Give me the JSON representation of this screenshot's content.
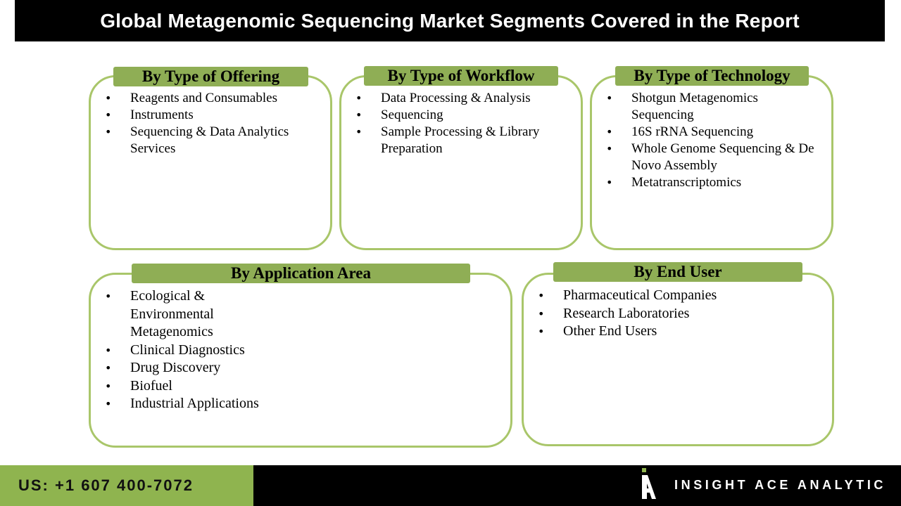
{
  "title": "Global Metagenomic Sequencing Market Segments Covered in the Report",
  "bullet_char": "•",
  "segments": {
    "offering": {
      "header": "By Type of Offering",
      "items": [
        "Reagents and Consumables",
        "Instruments",
        "Sequencing & Data Analytics Services"
      ]
    },
    "workflow": {
      "header": "By Type of Workflow",
      "items": [
        "Data Processing & Analysis",
        "Sequencing",
        "Sample Processing & Library Preparation"
      ]
    },
    "technology": {
      "header": "By Type of Technology",
      "items": [
        "Shotgun Metagenomics Sequencing",
        "16S rRNA Sequencing",
        "Whole Genome Sequencing & De Novo Assembly",
        "Metatranscriptomics"
      ]
    },
    "application": {
      "header": "By Application Area",
      "items": [
        "Ecological & Environmental Metagenomics",
        "Clinical Diagnostics",
        "Drug Discovery",
        "Biofuel",
        "Industrial Applications"
      ]
    },
    "end_user": {
      "header": "By End User",
      "items": [
        "Pharmaceutical Companies",
        "Research Laboratories",
        "Other End Users"
      ]
    }
  },
  "footer": {
    "phone": "US: +1 607 400-7072",
    "brand": "INSIGHT ACE ANALYTIC"
  },
  "colors": {
    "accent_green": "#8fae55",
    "border_green": "#a9c66a",
    "footer_green": "#8fb44f",
    "dark": "#000000"
  }
}
